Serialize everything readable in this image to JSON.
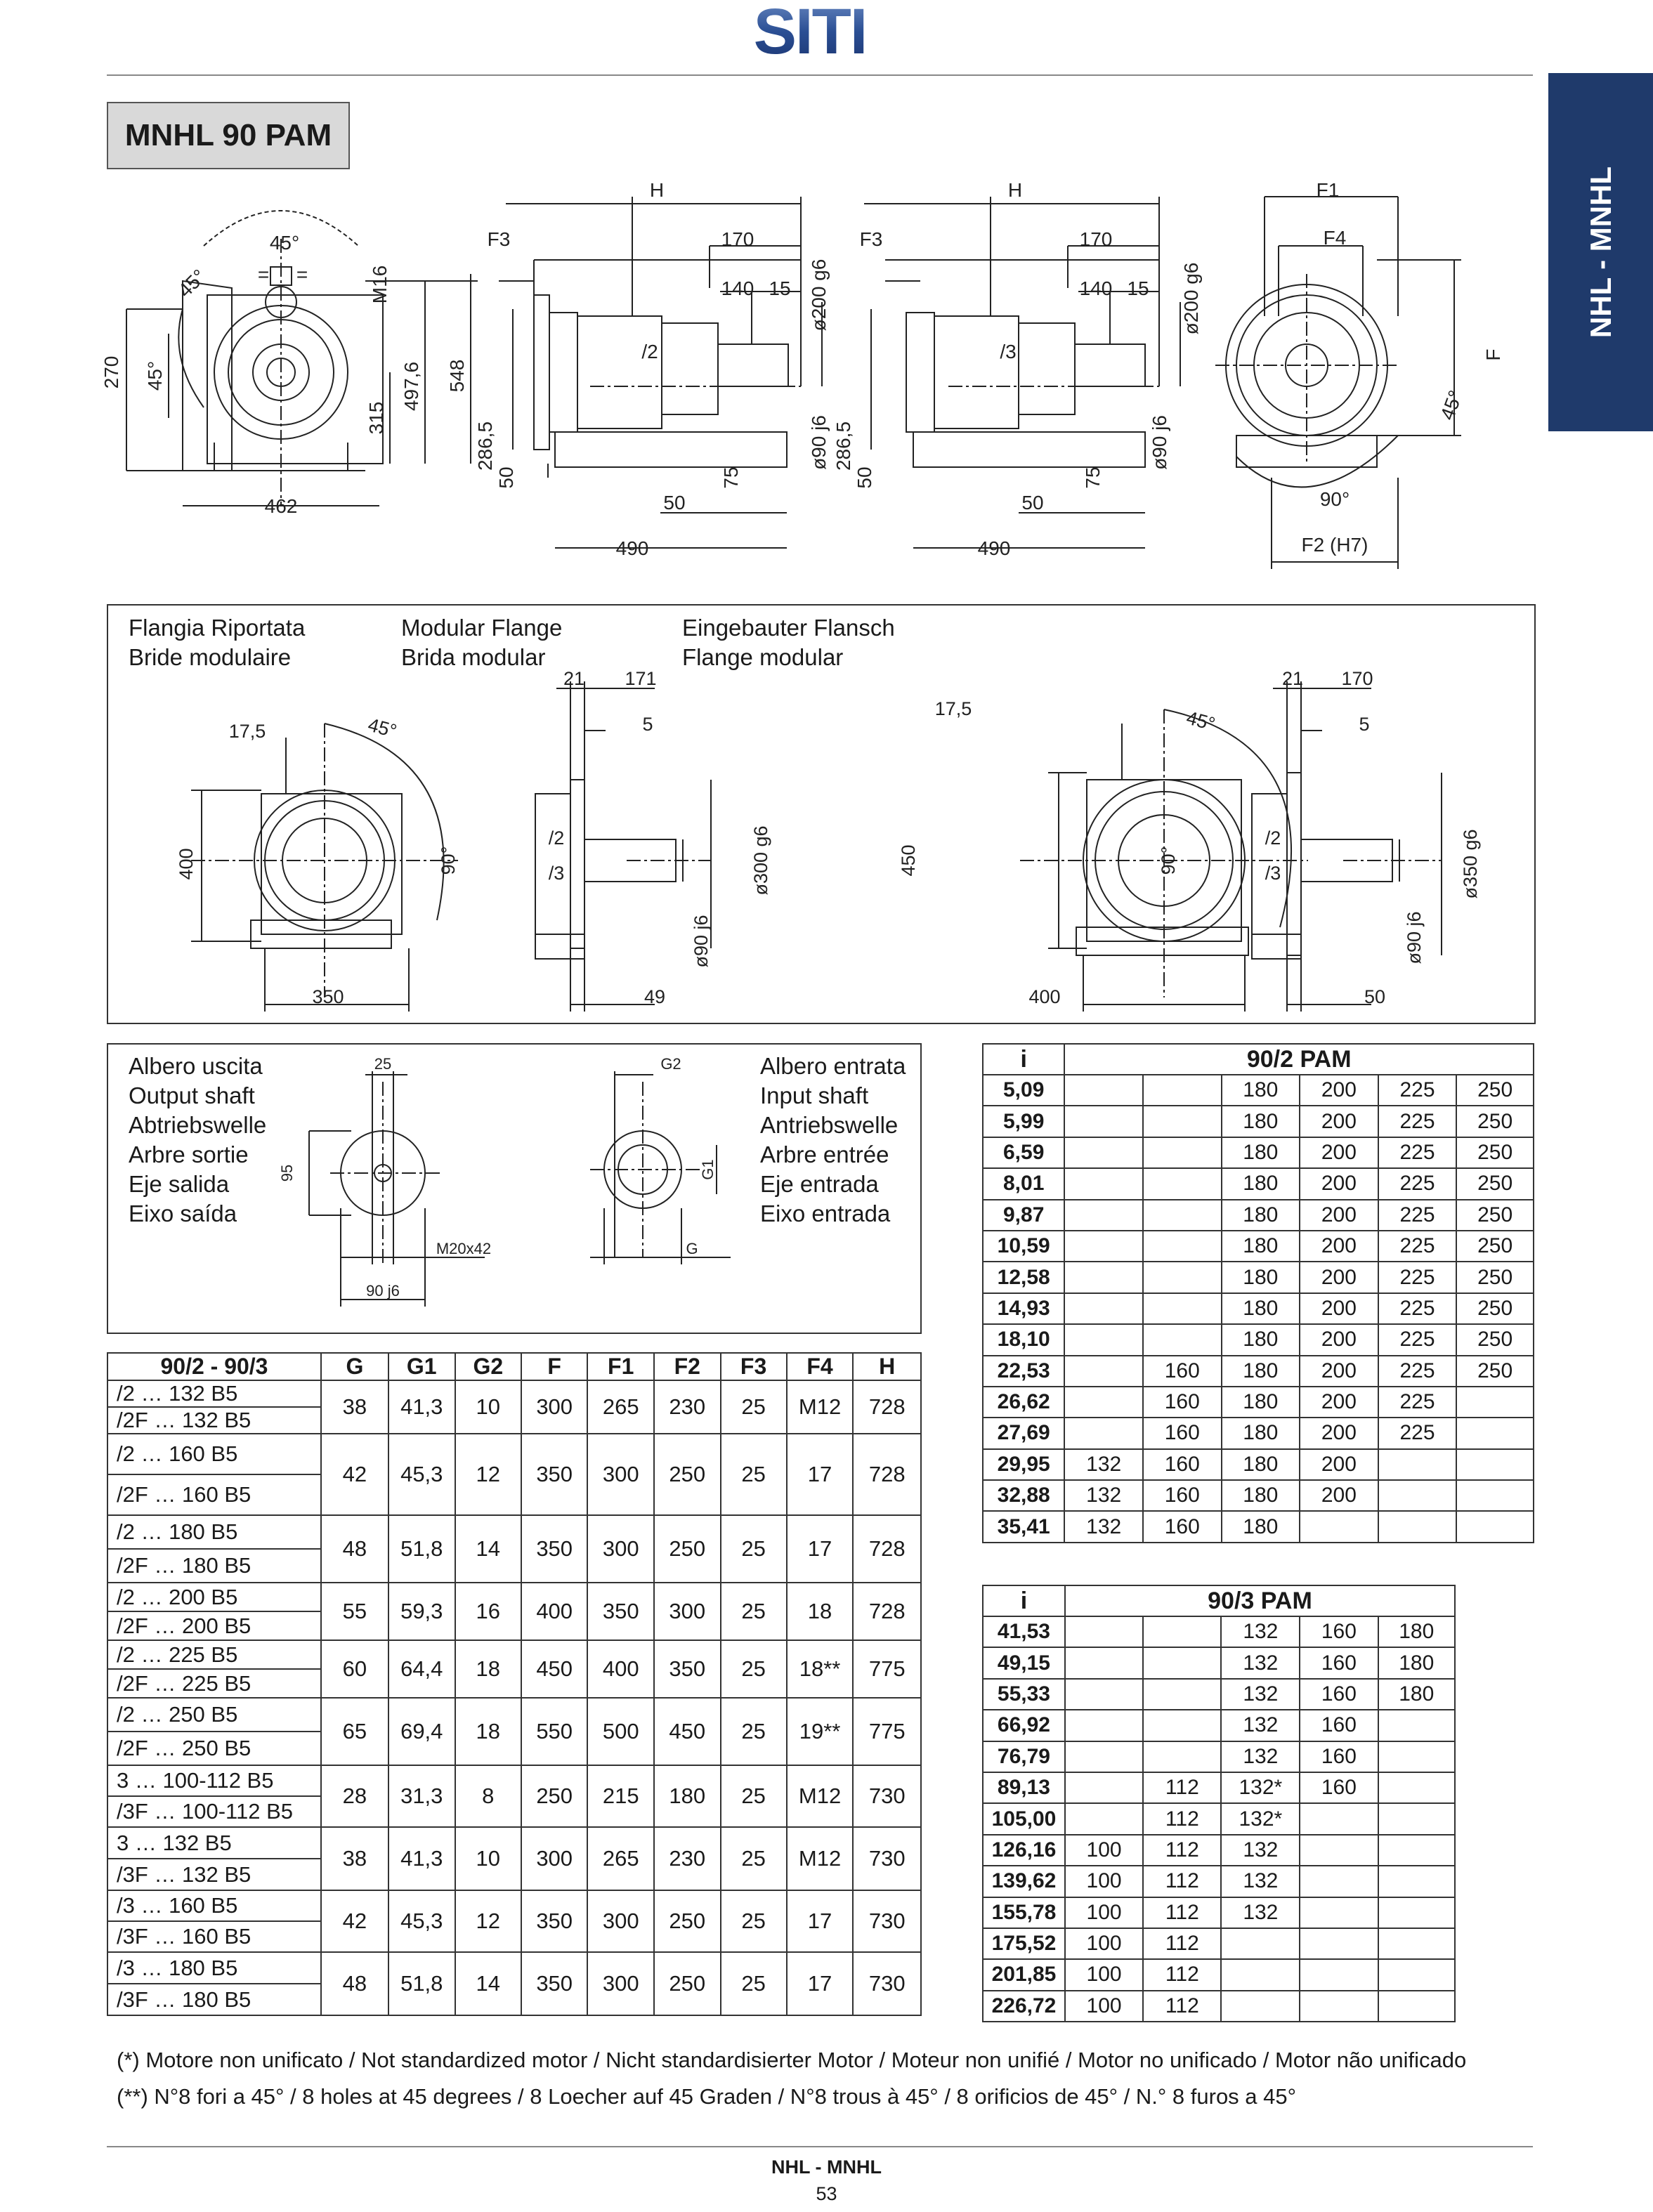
{
  "brand": "SITI",
  "title": "MNHL 90 PAM",
  "side_tab": "NHL - MNHL",
  "drawing_top": {
    "front": {
      "angle1": "45°",
      "angle2": "45°",
      "eq": "=",
      "thread": "M16",
      "d270": "270",
      "d45": "45°",
      "d315": "315",
      "d497": "497,6",
      "d548": "548",
      "d462": "462"
    },
    "side2": {
      "H": "H",
      "F3": "F3",
      "d170": "170",
      "d140": "140",
      "d15": "15",
      "d200": "ø200 g6",
      "d286": "286,5",
      "d90": "ø90 j6",
      "d50": "50",
      "d75": "75",
      "d50b": "50",
      "d490": "490",
      "stage": "/2"
    },
    "side3": {
      "H": "H",
      "F3": "F3",
      "d170": "170",
      "d140": "140",
      "d15": "15",
      "d200": "ø200 g6",
      "d286": "286,5",
      "d90": "ø90 j6",
      "d50": "50",
      "d75": "75",
      "d50b": "50",
      "d490": "490",
      "stage": "/3"
    },
    "end": {
      "F1": "F1",
      "F4": "F4",
      "F": "F",
      "d45": "45°",
      "d90": "90°",
      "F2": "F2 (H7)"
    }
  },
  "flange_section": {
    "labels": [
      "Flangia Riportata",
      "Bride modulaire",
      "Modular Flange",
      "Brida modular",
      "Eingebauter Flansch",
      "Flange modular"
    ],
    "left": {
      "d175": "17,5",
      "d45": "45°",
      "d400": "400",
      "d90": "90°",
      "d350": "350"
    },
    "left_side": {
      "d21": "21",
      "d171": "171",
      "d5": "5",
      "s2": "/2",
      "s3": "/3",
      "d300": "ø300 g6",
      "d90j": "ø90 j6",
      "d49": "49"
    },
    "right": {
      "d175": "17,5",
      "d45": "45°",
      "d450": "450",
      "d90": "90°",
      "d400": "400"
    },
    "right_side": {
      "d21": "21",
      "d170": "170",
      "d5": "5",
      "s2": "/2",
      "s3": "/3",
      "d350": "ø350 g6",
      "d90j": "ø90 j6",
      "d50": "50"
    }
  },
  "shaft_section": {
    "output_labels": [
      "Albero uscita",
      "Output shaft",
      "Abtriebswelle",
      "Arbre sortie",
      "Eje salida",
      "Eixo saída"
    ],
    "input_labels": [
      "Albero entrata",
      "Input shaft",
      "Antriebswelle",
      "Arbre entrée",
      "Eje entrada",
      "Eixo entrada"
    ],
    "out": {
      "d25": "25",
      "d95": "95",
      "thread": "M20x42",
      "d90": "90 j6"
    },
    "inp": {
      "G2": "G2",
      "G1": "G1",
      "G": "G"
    }
  },
  "dims_table": {
    "headers": [
      "90/2 - 90/3",
      "G",
      "G1",
      "G2",
      "F",
      "F1",
      "F2",
      "F3",
      "F4",
      "H"
    ],
    "groups": [
      {
        "types": [
          "/2 … 132 B5",
          "/2F … 132 B5"
        ],
        "vals": [
          "38",
          "41,3",
          "10",
          "300",
          "265",
          "230",
          "25",
          "M12",
          "728"
        ],
        "h": 62
      },
      {
        "types": [
          "/2 … 160 B5",
          "/2F … 160 B5"
        ],
        "vals": [
          "42",
          "45,3",
          "12",
          "350",
          "300",
          "250",
          "25",
          "17",
          "728"
        ],
        "h": 116
      },
      {
        "types": [
          "/2 … 180 B5",
          "/2F … 180 B5"
        ],
        "vals": [
          "48",
          "51,8",
          "14",
          "350",
          "300",
          "250",
          "25",
          "17",
          "728"
        ],
        "h": 96
      },
      {
        "types": [
          "/2 … 200 B5",
          "/2F … 200 B5"
        ],
        "vals": [
          "55",
          "59,3",
          "16",
          "400",
          "350",
          "300",
          "25",
          "18",
          "728"
        ],
        "h": 82
      },
      {
        "types": [
          "/2 … 225 B5",
          "/2F … 225 B5"
        ],
        "vals": [
          "60",
          "64,4",
          "18",
          "450",
          "400",
          "350",
          "25",
          "18**",
          "775"
        ],
        "h": 82
      },
      {
        "types": [
          "/2 … 250 B5",
          "/2F … 250 B5"
        ],
        "vals": [
          "65",
          "69,4",
          "18",
          "550",
          "500",
          "450",
          "25",
          "19**",
          "775"
        ],
        "h": 96
      },
      {
        "types": [
          "3 … 100-112 B5",
          "/3F … 100-112 B5"
        ],
        "vals": [
          "28",
          "31,3",
          "8",
          "250",
          "215",
          "180",
          "25",
          "M12",
          "730"
        ],
        "h": 88
      },
      {
        "types": [
          "3 … 132 B5",
          "/3F … 132 B5"
        ],
        "vals": [
          "38",
          "41,3",
          "10",
          "300",
          "265",
          "230",
          "25",
          "M12",
          "730"
        ],
        "h": 90
      },
      {
        "types": [
          "/3 … 160 B5",
          "/3F … 160 B5"
        ],
        "vals": [
          "42",
          "45,3",
          "12",
          "350",
          "300",
          "250",
          "25",
          "17",
          "730"
        ],
        "h": 88
      },
      {
        "types": [
          "/3 … 180 B5",
          "/3F … 180 B5"
        ],
        "vals": [
          "48",
          "51,8",
          "14",
          "350",
          "300",
          "250",
          "25",
          "17",
          "730"
        ],
        "h": 90
      }
    ]
  },
  "ratio_2": {
    "head_i": "i",
    "head": "90/2 PAM",
    "rows": [
      [
        "5,09",
        "",
        "",
        "180",
        "200",
        "225",
        "250"
      ],
      [
        "5,99",
        "",
        "",
        "180",
        "200",
        "225",
        "250"
      ],
      [
        "6,59",
        "",
        "",
        "180",
        "200",
        "225",
        "250"
      ],
      [
        "8,01",
        "",
        "",
        "180",
        "200",
        "225",
        "250"
      ],
      [
        "9,87",
        "",
        "",
        "180",
        "200",
        "225",
        "250"
      ],
      [
        "10,59",
        "",
        "",
        "180",
        "200",
        "225",
        "250"
      ],
      [
        "12,58",
        "",
        "",
        "180",
        "200",
        "225",
        "250"
      ],
      [
        "14,93",
        "",
        "",
        "180",
        "200",
        "225",
        "250"
      ],
      [
        "18,10",
        "",
        "",
        "180",
        "200",
        "225",
        "250"
      ],
      [
        "22,53",
        "",
        "160",
        "180",
        "200",
        "225",
        "250"
      ],
      [
        "26,62",
        "",
        "160",
        "180",
        "200",
        "225",
        ""
      ],
      [
        "27,69",
        "",
        "160",
        "180",
        "200",
        "225",
        ""
      ],
      [
        "29,95",
        "132",
        "160",
        "180",
        "200",
        "",
        ""
      ],
      [
        "32,88",
        "132",
        "160",
        "180",
        "200",
        "",
        ""
      ],
      [
        "35,41",
        "132",
        "160",
        "180",
        "",
        "",
        ""
      ]
    ]
  },
  "ratio_3": {
    "head_i": "i",
    "head": "90/3 PAM",
    "rows": [
      [
        "41,53",
        "",
        "",
        "132",
        "160",
        "180"
      ],
      [
        "49,15",
        "",
        "",
        "132",
        "160",
        "180"
      ],
      [
        "55,33",
        "",
        "",
        "132",
        "160",
        "180"
      ],
      [
        "66,92",
        "",
        "",
        "132",
        "160",
        ""
      ],
      [
        "76,79",
        "",
        "",
        "132",
        "160",
        ""
      ],
      [
        "89,13",
        "",
        "112",
        "132*",
        "160",
        ""
      ],
      [
        "105,00",
        "",
        "112",
        "132*",
        "",
        ""
      ],
      [
        "126,16",
        "100",
        "112",
        "132",
        "",
        ""
      ],
      [
        "139,62",
        "100",
        "112",
        "132",
        "",
        ""
      ],
      [
        "155,78",
        "100",
        "112",
        "132",
        "",
        ""
      ],
      [
        "175,52",
        "100",
        "112",
        "",
        "",
        ""
      ],
      [
        "201,85",
        "100",
        "112",
        "",
        "",
        ""
      ],
      [
        "226,72",
        "100",
        "112",
        "",
        "",
        ""
      ]
    ]
  },
  "notes": [
    "(*) Motore non unificato / Not standardized motor / Nicht standardisierter Motor / Moteur non unifié / Motor no unificado / Motor não unificado",
    "(**) N°8 fori a 45° / 8 holes at 45 degrees / 8 Loecher auf 45 Graden / N°8 trous à 45° / 8 orificios de 45° / N.° 8 furos a 45°"
  ],
  "footer": {
    "series": "NHL - MNHL",
    "page": "53"
  },
  "colors": {
    "brand_blue": "#1f3a6b",
    "tab_blue": "#1f3a6b",
    "title_gray": "#d9d9d9"
  }
}
